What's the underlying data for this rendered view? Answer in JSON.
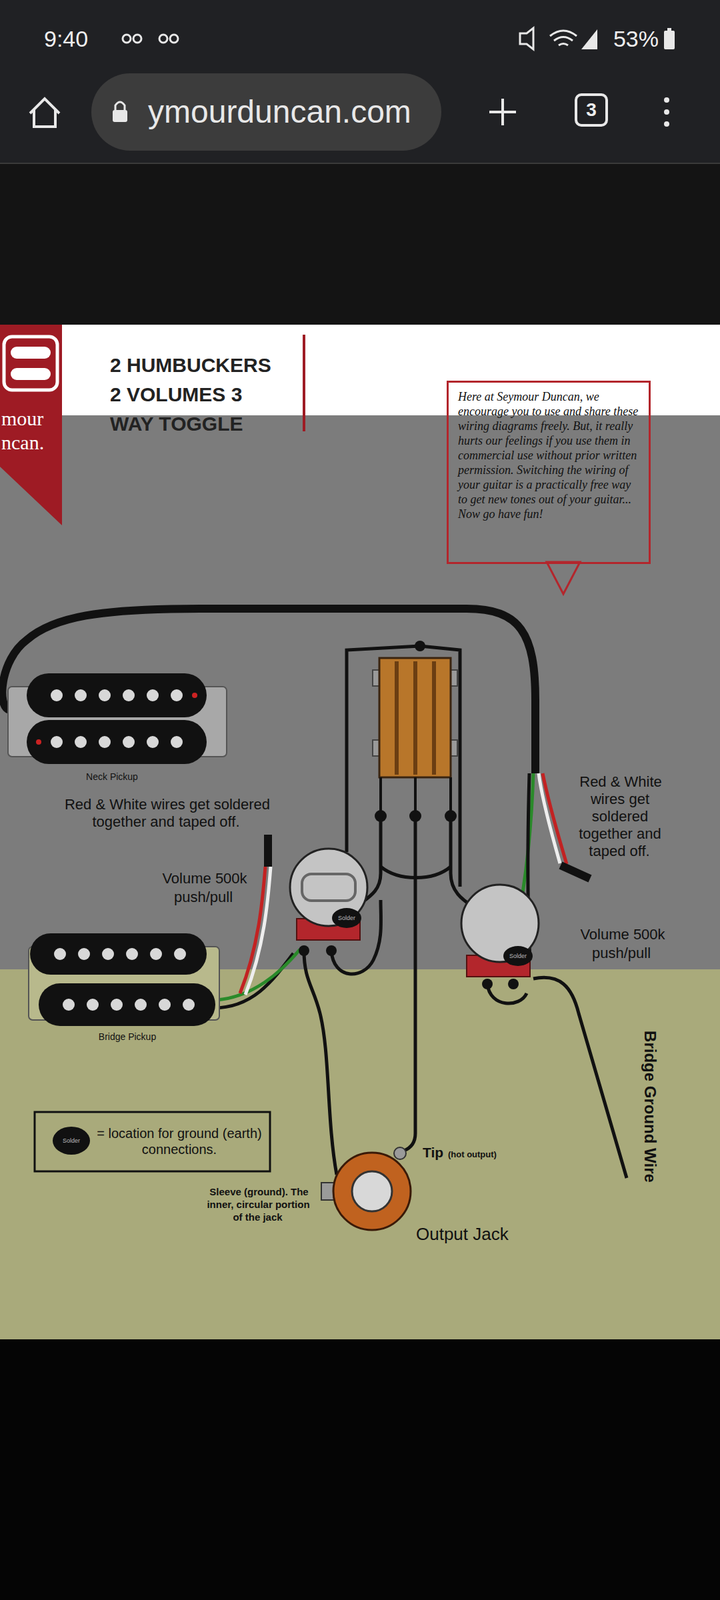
{
  "diagram": {
    "title": "2 HUMBUCKERS 2 VOLUMES 3 WAY TOGGLE",
    "nodes": [
      {
        "text": [
          "Here at Seymour Duncan, we encourage you to use and share these wiring diagrams freely. But, it really hurts our feelings if you use them in commercial use without prior written permission. Switching the wiring of your guitar is a practically free way to get new tones out of your guitar... Now go have fun!"
        ]
      }
    ],
    "labels": [
      "9:40",
      "53%",
      "ymourduncan.com",
      "3",
      "mour",
      "ncan.",
      "Neck Pickup",
      "Red & White wires get soldered together and taped off.",
      "Volume 500k push/pull",
      "Solder",
      "Red & White wires get soldered together and taped off.",
      "Solder",
      "Volume 500k push/pull",
      "Bridge Pickup",
      "Bridge Ground Wire",
      "Solder",
      "Tip",
      "(hot output)",
      "Sleeve (ground). The inner, circular portion of the jack",
      "Output Jack"
    ],
    "legend": [
      {
        "text": "= location for ground (earth) connections."
      }
    ]
  }
}
